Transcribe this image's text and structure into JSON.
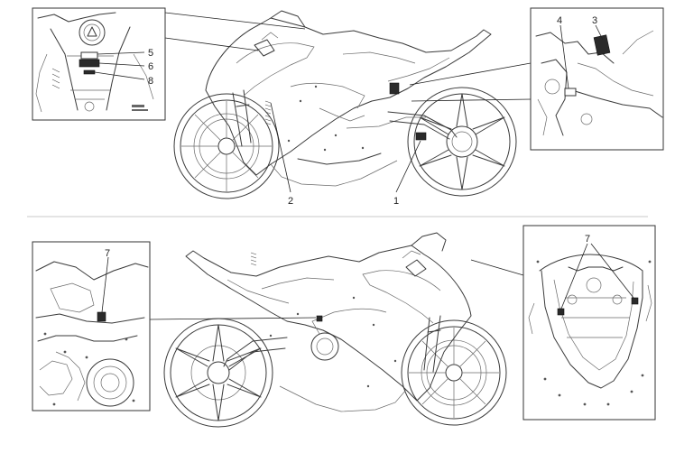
{
  "callouts": {
    "c1": "1",
    "c2": "2",
    "c3": "3",
    "c4": "4",
    "c5": "5",
    "c6": "6",
    "c7_left": "7",
    "c7_right": "7",
    "c8": "8"
  },
  "divider_color": "#c9c9c9",
  "ink_color": "#3a3a3a"
}
